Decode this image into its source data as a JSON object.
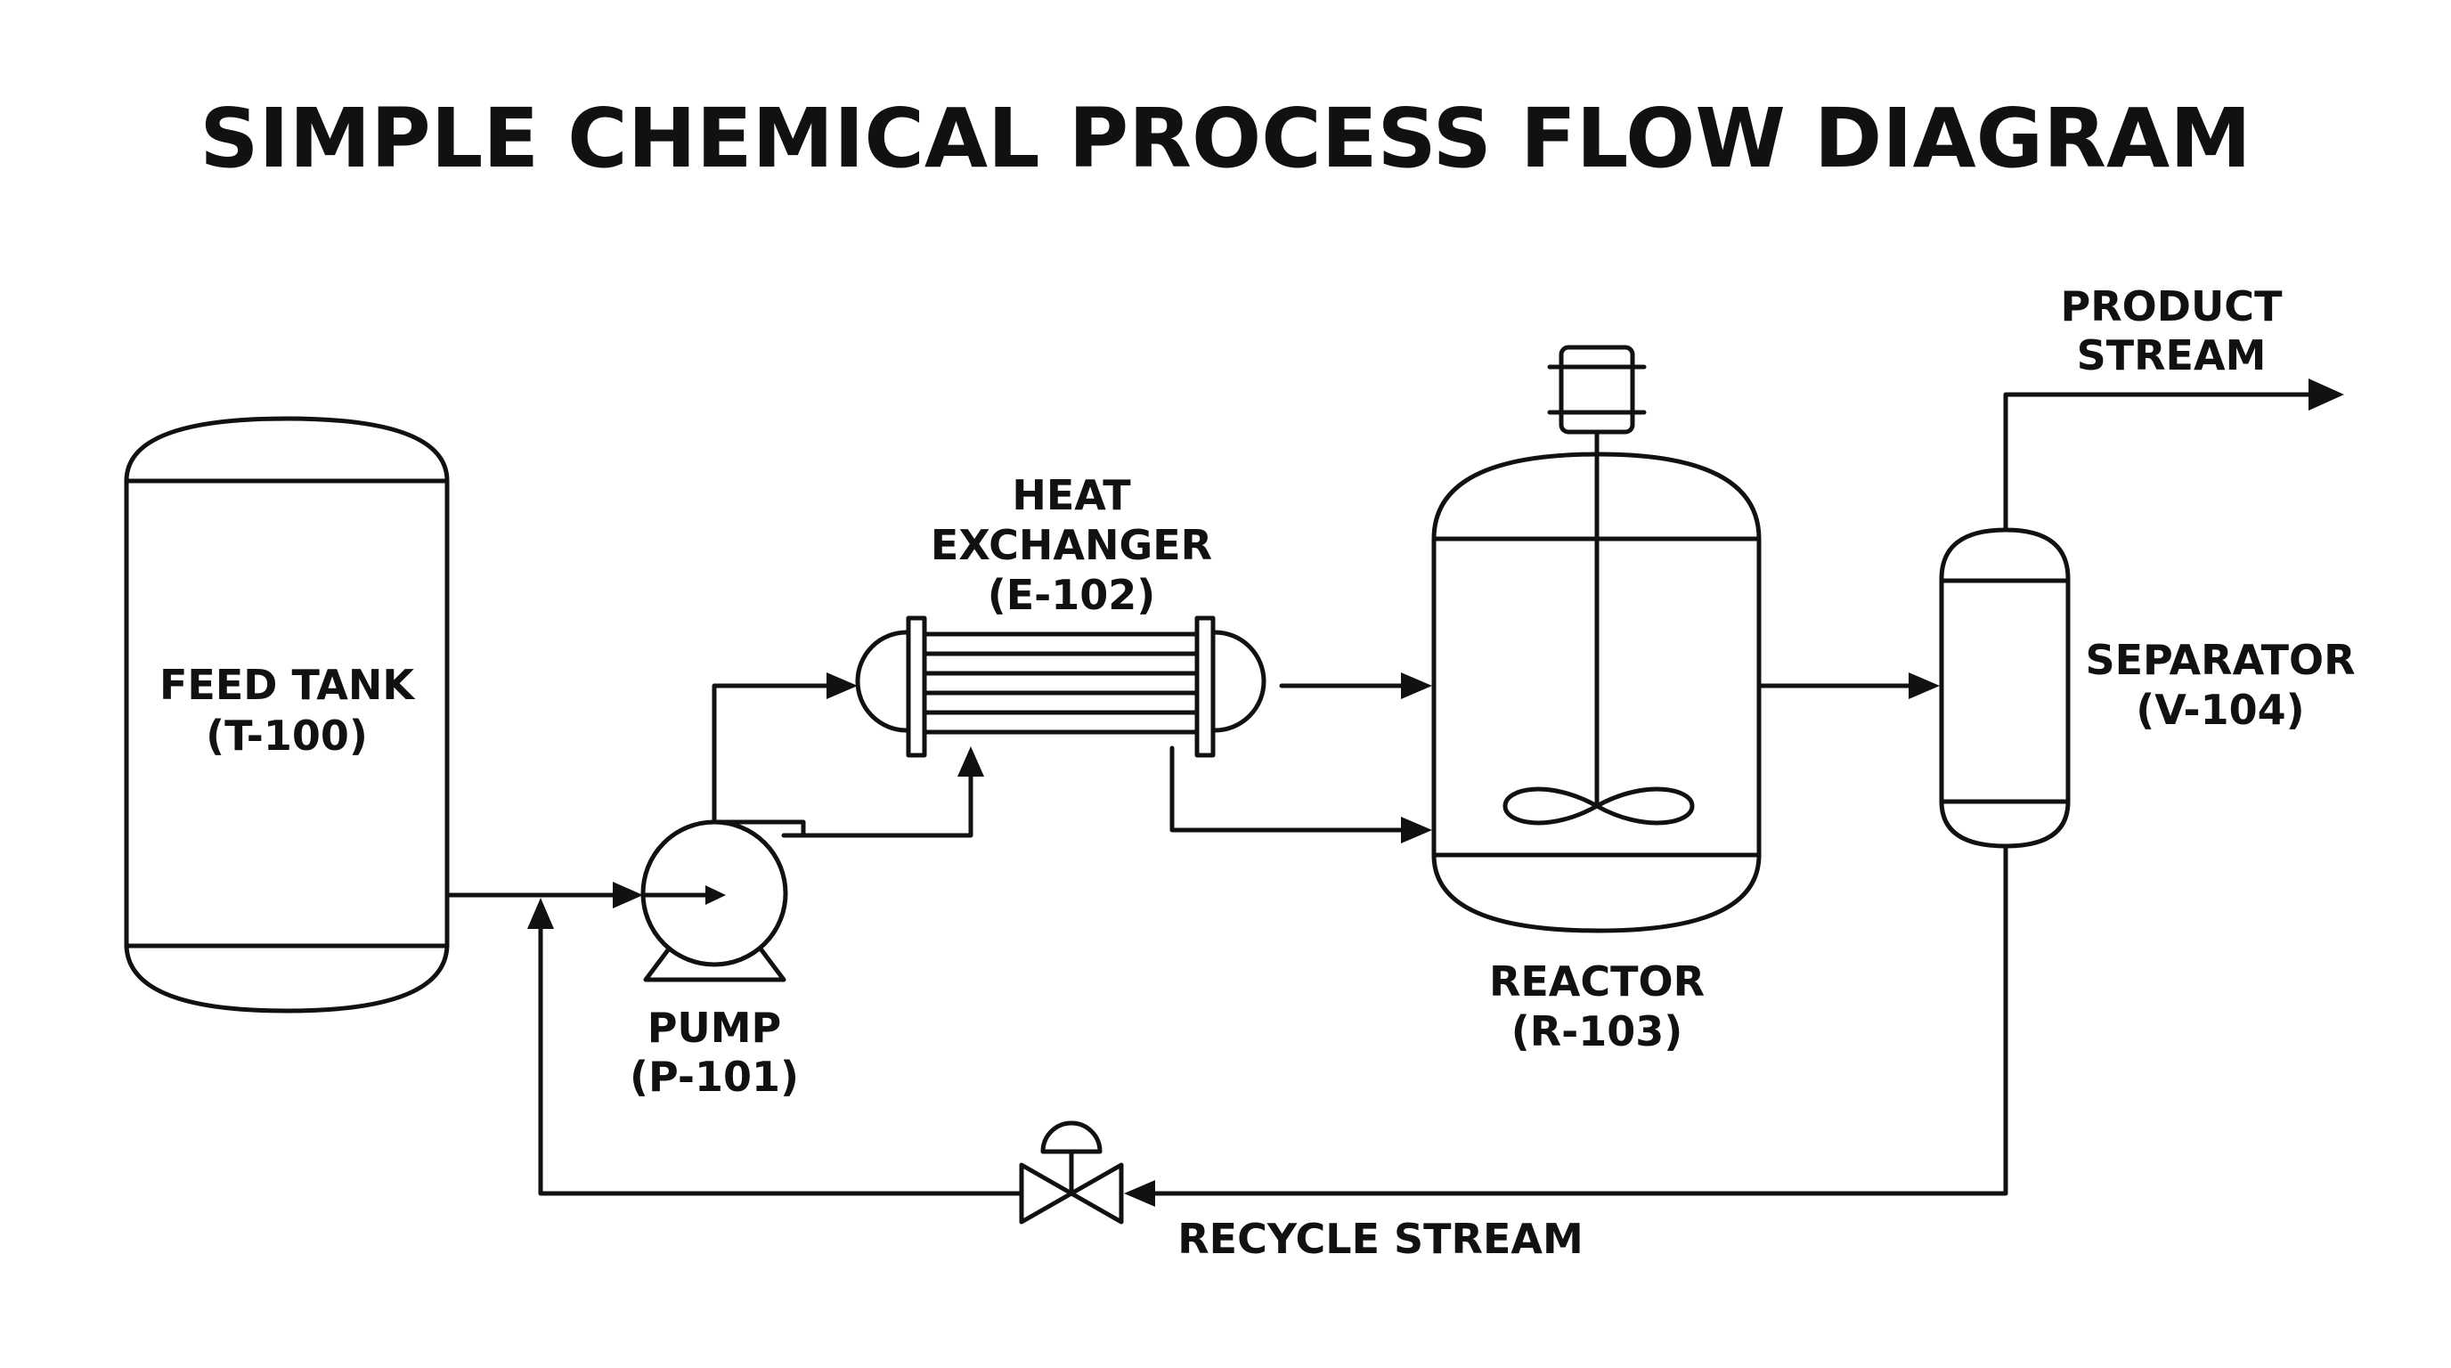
{
  "title": "SIMPLE CHEMICAL PROCESS FLOW DIAGRAM",
  "equipment": {
    "feed_tank": {
      "name": "FEED TANK",
      "tag": "(T-100)"
    },
    "pump": {
      "name": "PUMP",
      "tag": "(P-101)"
    },
    "heat_exchanger": {
      "name_line1": "HEAT",
      "name_line2": "EXCHANGER",
      "tag": "(E-102)"
    },
    "reactor": {
      "name": "REACTOR",
      "tag": "(R-103)"
    },
    "separator": {
      "name": "SEPARATOR",
      "tag": "(V-104)"
    }
  },
  "streams": {
    "product": {
      "line1": "PRODUCT",
      "line2": "STREAM"
    },
    "recycle": {
      "label": "RECYCLE STREAM"
    }
  },
  "colors": {
    "line": "#111111",
    "background": "#ffffff"
  }
}
